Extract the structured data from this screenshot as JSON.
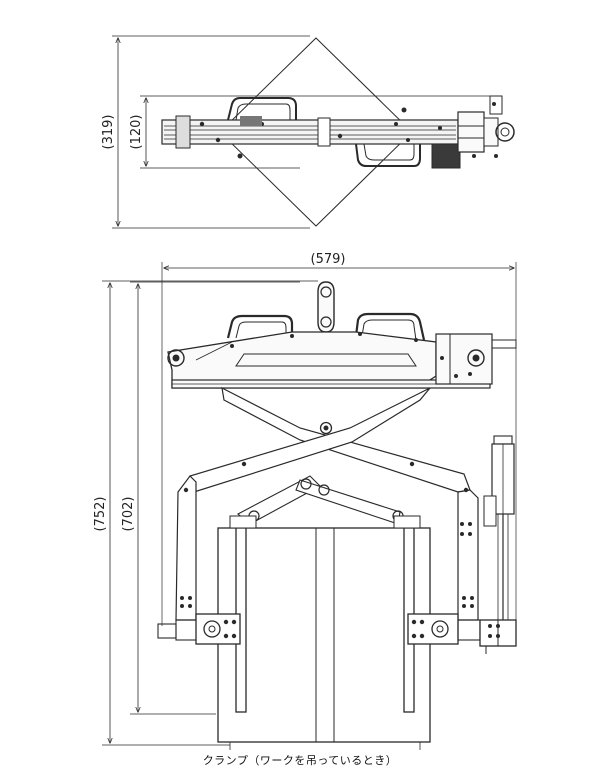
{
  "dimensions": {
    "top_height": "(319)",
    "top_depth": "(120)",
    "width": "(579)",
    "total_height": "(752)",
    "clamp_height": "(702)"
  },
  "caption": "クランプ（ワークを吊っているとき）",
  "colors": {
    "line": "#2a2a2a",
    "fill_dark": "#3a3a3a",
    "fill_light": "#f4f4f4"
  },
  "icons": {
    "bolt": "circle-bolt",
    "pivot": "circle-pivot"
  }
}
